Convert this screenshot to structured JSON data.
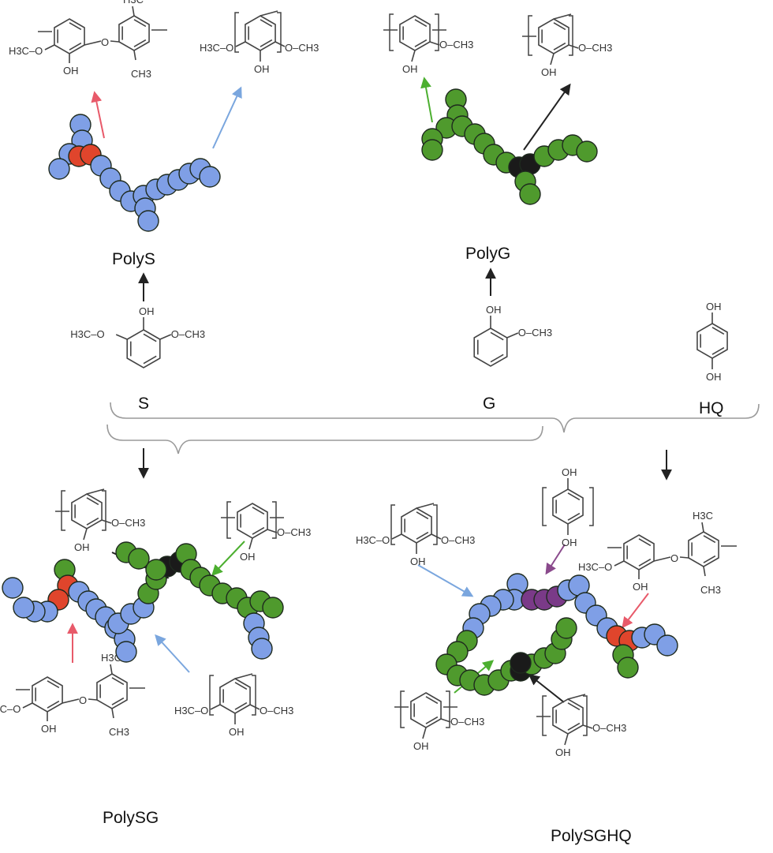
{
  "labels": {
    "polyS": "PolyS",
    "polyG": "PolyG",
    "polySG": "PolySG",
    "polySGHQ": "PolySGHQ",
    "S": "S",
    "G": "G",
    "HQ": "HQ"
  },
  "chem_text": {
    "h3c_o": "H3C–O",
    "o_ch3": "O–CH3",
    "oh": "OH",
    "o": "O",
    "h3c": "H3C",
    "ch3": "CH3"
  },
  "colors": {
    "syringyl_bead": "#7f9fe6",
    "guaiacyl_bead": "#4f9a2d",
    "ether_link_bead": "#e0452c",
    "guaiacyl_branch_bead": "#1a1a1a",
    "hydroquinone_bead": "#7a3a88",
    "arrow_red": "#e85a6a",
    "arrow_blue": "#7aa6de",
    "arrow_green": "#4caf30",
    "arrow_black": "#222222",
    "arrow_purple": "#8a4a8c",
    "brace": "#9a9a9a"
  }
}
